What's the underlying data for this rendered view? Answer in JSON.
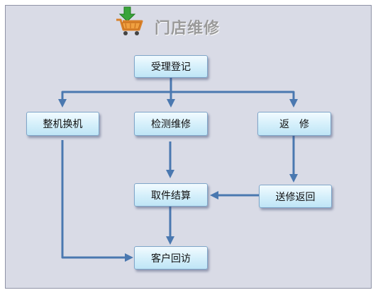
{
  "title": "门店维修",
  "colors": {
    "frame_bg": "#d9dbe6",
    "arrow": "#4a78b0",
    "box_border": "#7fa6c9",
    "title_text": "#9a9a9a"
  },
  "nodes": {
    "accept_register": "受理登记",
    "replace_unit": "整机换机",
    "inspect_repair": "检测维修",
    "return_repair": "返　修",
    "pickup_settle": "取件结算",
    "sent_repair_back": "送修返回",
    "customer_followup": "客户回访"
  },
  "icons": {
    "title_icon": "shopping-cart-download-icon"
  }
}
